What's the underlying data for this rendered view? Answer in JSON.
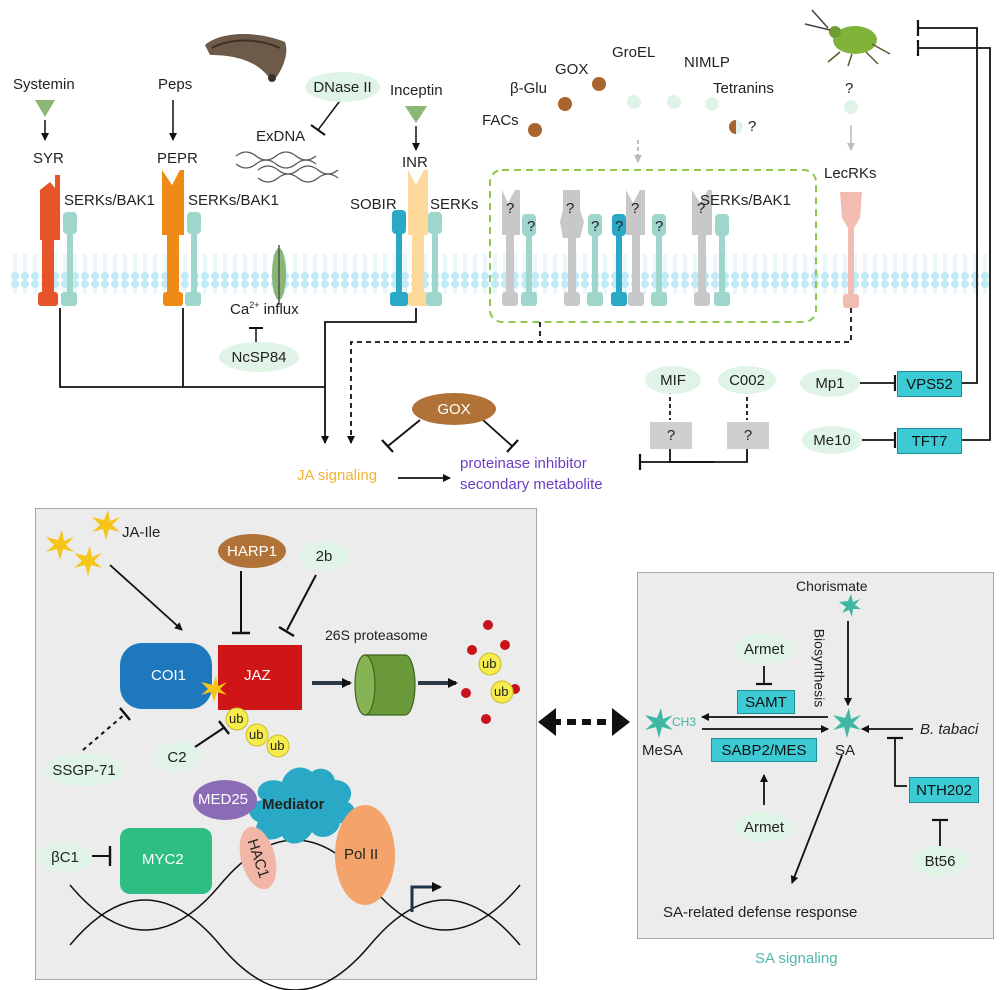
{
  "top": {
    "ligands": {
      "systemin": "Systemin",
      "peps": "Peps",
      "dnase": "DNase II",
      "exdna": "ExDNA",
      "inceptin": "Inceptin",
      "beta_glu": "β-Glu",
      "gox": "GOX",
      "groel": "GroEL",
      "nimlp": "NIMLP",
      "tetranins": "Tetranins",
      "facs": "FACs",
      "q": "?"
    },
    "receptors": {
      "syr": "SYR",
      "serks_bak1": "SERKs/BAK1",
      "pepr": "PEPR",
      "inr": "INR",
      "sobir": "SOBIR",
      "serks": "SERKs",
      "lecrks": "LecRKs",
      "q": "?"
    },
    "ca_influx": "influx",
    "ca": "Ca",
    "ca_sup": "2+",
    "ncsp84": "NcSP84",
    "ja_signaling": "JA signaling",
    "gox_center": "GOX",
    "pi_line1": "proteinase inhibitor",
    "pi_line2": "secondary metabolite",
    "mif": "MIF",
    "c002": "C002",
    "q": "?",
    "mp1": "Mp1",
    "vps52": "VPS52",
    "me10": "Me10",
    "tft7": "TFT7"
  },
  "ja_panel": {
    "ja_ile": "JA-Ile",
    "harp1": "HARP1",
    "two_b": "2b",
    "proteasome": "26S proteasome",
    "coi1": "COI1",
    "jaz": "JAZ",
    "ub": "ub",
    "ssgp71": "SSGP-71",
    "c2": "C2",
    "med25": "MED25",
    "mediator": "Mediator",
    "hac1": "HAC1",
    "polii": "Pol II",
    "myc2": "MYC2",
    "bc1": "βC1"
  },
  "sa_panel": {
    "chorismate": "Chorismate",
    "biosynthesis": "Biosynthesis",
    "armet": "Armet",
    "samt": "SAMT",
    "ch3": "CH3",
    "mesa": "MeSA",
    "sabp2": "SABP2/MES",
    "sa": "SA",
    "btabaci": "B. tabaci",
    "nth202": "NTH202",
    "bt56": "Bt56",
    "defense": "SA-related defense response",
    "title": "SA signaling"
  },
  "colors": {
    "syr": "#e8542a",
    "pepr": "#ef8a17",
    "inr": "#fdd99b",
    "sobir": "#2aa9c6",
    "serks": "#9fd6cb",
    "grey_receptor": "#c8c8c8",
    "lecrk": "#f2bcb0",
    "membrane": "#bfeaf6",
    "ja_text": "#f2b234",
    "pi_text": "#6a3fc0",
    "sa_title": "#4fb6a8",
    "coi1": "#1e78bd",
    "jaz": "#cf1518",
    "myc2": "#2ebd83",
    "med25": "#8b6bb5",
    "mediator": "#2aa9c6",
    "hac1": "#f2b6a6",
    "polii": "#f4a36a",
    "proteasome": "#6b9a3a",
    "ub": "#f6ec4c",
    "pill": "#dff4e6",
    "cyan_box": "#3ccbd4",
    "gox": "#b07236"
  }
}
